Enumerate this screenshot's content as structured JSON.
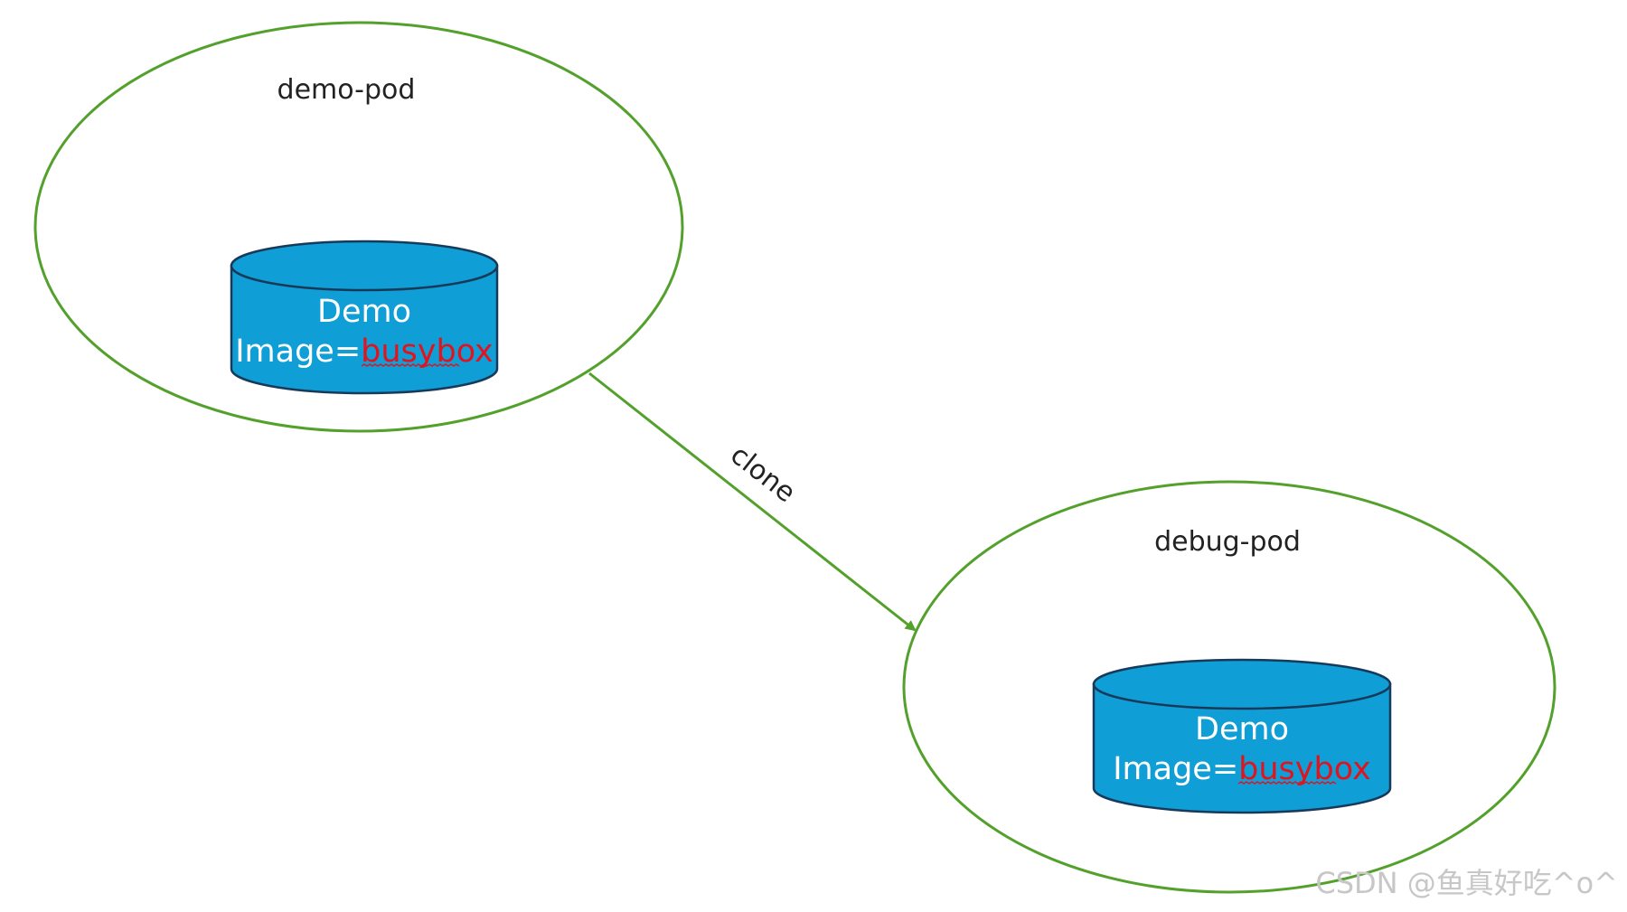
{
  "pods": [
    {
      "label": "demo-pod",
      "container": {
        "name": "Demo",
        "image_prefix": "Image=",
        "image_value": "busybox"
      }
    },
    {
      "label": "debug-pod",
      "container": {
        "name": "Demo",
        "image_prefix": "Image=",
        "image_value": "busybox"
      }
    }
  ],
  "edge": {
    "label": "clone"
  },
  "watermark": "CSDN @鱼真好吃^o^",
  "colors": {
    "pod_outline": "#53a12c",
    "cylinder_fill": "#0f9ed6",
    "cylinder_stroke": "#173a5a",
    "image_value": "#e0141e",
    "watermark": "#c7c7c7"
  }
}
